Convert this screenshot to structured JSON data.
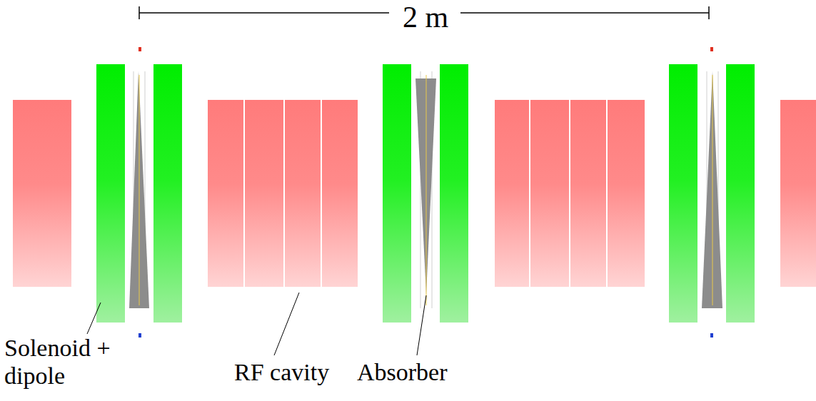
{
  "diagram": {
    "labels": [
      "2 m",
      "Solenoid + dipole",
      "RF cavity",
      "Absorber"
    ]
  }
}
